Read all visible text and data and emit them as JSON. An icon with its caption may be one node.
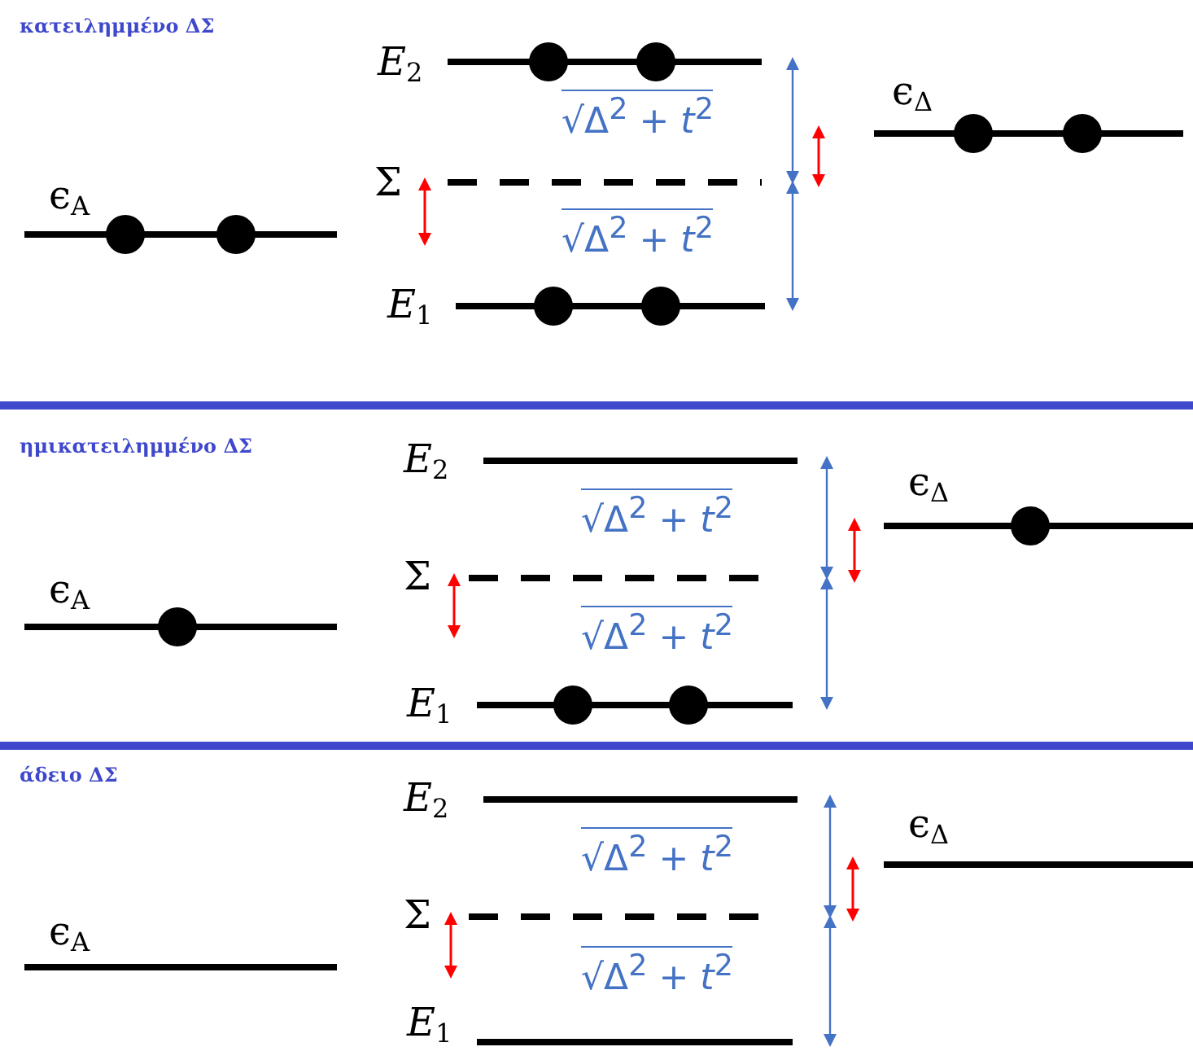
{
  "diagram": {
    "labels": [
      "κατειλημμένο ΔΣ",
      "*E*$_{2}$",
      "ϵ$_{Δ}$",
      "√Δ$^{2}$ + *t*$^{2}$",
      "ϵ$_{A}$",
      "Σ",
      "√Δ$^{2}$ + *t*$^{2}$",
      "*E*$_{1}$",
      "ημικατειλημμένο ΔΣ",
      "*E*$_{2}$",
      "ϵ$_{Δ}$",
      "√Δ$^{2}$ + *t*$^{2}$",
      "ϵ$_{A}$",
      "Σ",
      "√Δ$^{2}$ + *t*$^{2}$",
      "*E*$_{1}$",
      "άδειο ΔΣ",
      "*E*$_{2}$",
      "ϵ$_{Δ}$",
      "√Δ$^{2}$ + *t*$^{2}$",
      "ϵ$_{A}$",
      "Σ",
      "√Δ$^{2}$ + *t*$^{2}$",
      "*E*$_{1}$"
    ]
  }
}
